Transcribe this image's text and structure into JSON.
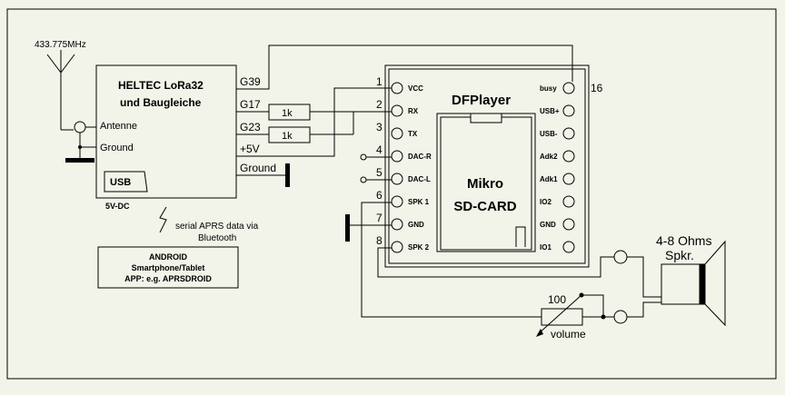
{
  "antenna": {
    "frequency": "433.775MHz"
  },
  "heltec": {
    "title_line1": "HELTEC LoRa32",
    "title_line2": "und Baugleiche",
    "antenna_label": "Antenne",
    "ground_label": "Ground",
    "usb_label": "USB",
    "power_label": "5V-DC"
  },
  "signals": {
    "g39": "G39",
    "g17": "G17",
    "g23": "G23",
    "plus5v": "+5V",
    "ground": "Ground"
  },
  "resistors": {
    "r1": "1k",
    "r2": "1k"
  },
  "bluetooth": {
    "note_line1": "serial APRS data via",
    "note_line2": "Bluetooth"
  },
  "android": {
    "line1": "ANDROID",
    "line2": "Smartphone/Tablet",
    "line3": "APP: e.g. APRSDROID"
  },
  "dfplayer": {
    "title": "DFPlayer",
    "card_line1": "Mikro",
    "card_line2": "SD-CARD",
    "left_pins": [
      {
        "num": "1",
        "name": "VCC"
      },
      {
        "num": "2",
        "name": "RX"
      },
      {
        "num": "3",
        "name": "TX"
      },
      {
        "num": "4",
        "name": "DAC-R"
      },
      {
        "num": "5",
        "name": "DAC-L"
      },
      {
        "num": "6",
        "name": "SPK 1"
      },
      {
        "num": "7",
        "name": "GND"
      },
      {
        "num": "8",
        "name": "SPK 2"
      }
    ],
    "right_pins": [
      {
        "name": "busy"
      },
      {
        "name": "USB+"
      },
      {
        "name": "USB-"
      },
      {
        "name": "Adk2"
      },
      {
        "name": "Adk1"
      },
      {
        "name": "IO2"
      },
      {
        "name": "GND"
      },
      {
        "name": "IO1"
      }
    ],
    "busy_pin_number": "16"
  },
  "speaker": {
    "line1": "4-8 Ohms",
    "line2": "Spkr."
  },
  "volume": {
    "value": "100",
    "label": "volume"
  }
}
